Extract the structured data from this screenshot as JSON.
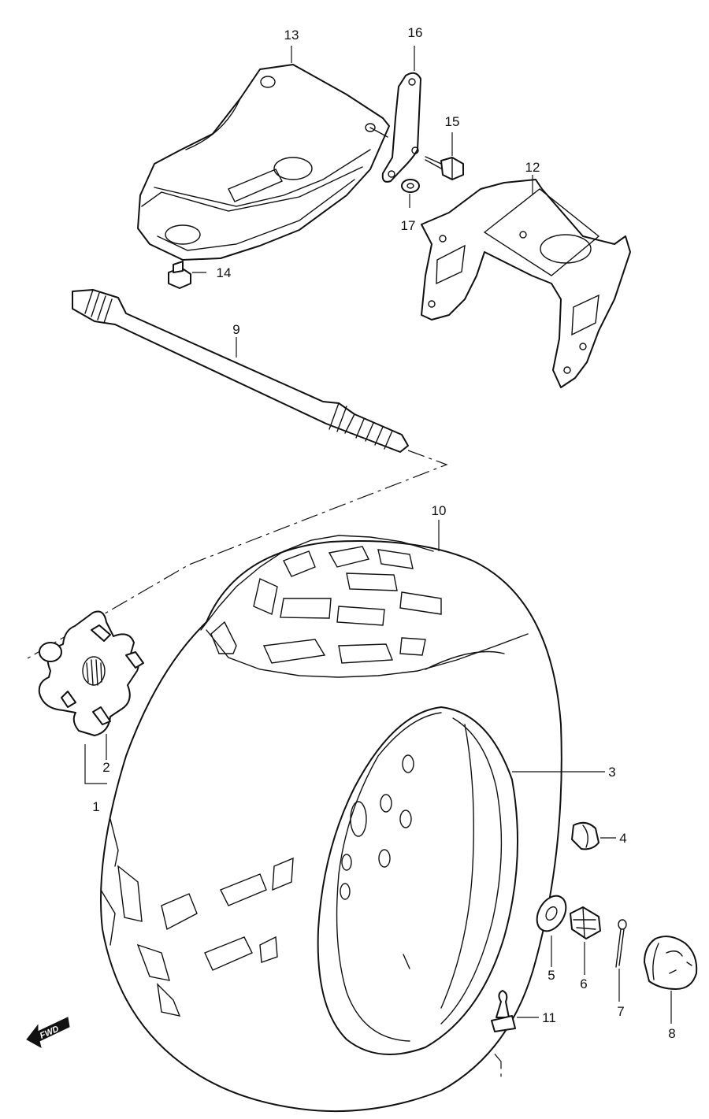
{
  "diagram": {
    "callouts": {
      "p1": "1",
      "p2": "2",
      "p3": "3",
      "p4": "4",
      "p5": "5",
      "p6": "6",
      "p7": "7",
      "p8": "8",
      "p9": "9",
      "p10": "10",
      "p11": "11",
      "p12": "12",
      "p13": "13",
      "p14": "14",
      "p15": "15",
      "p16": "16",
      "p17": "17"
    },
    "direction_badge": "FWD"
  }
}
